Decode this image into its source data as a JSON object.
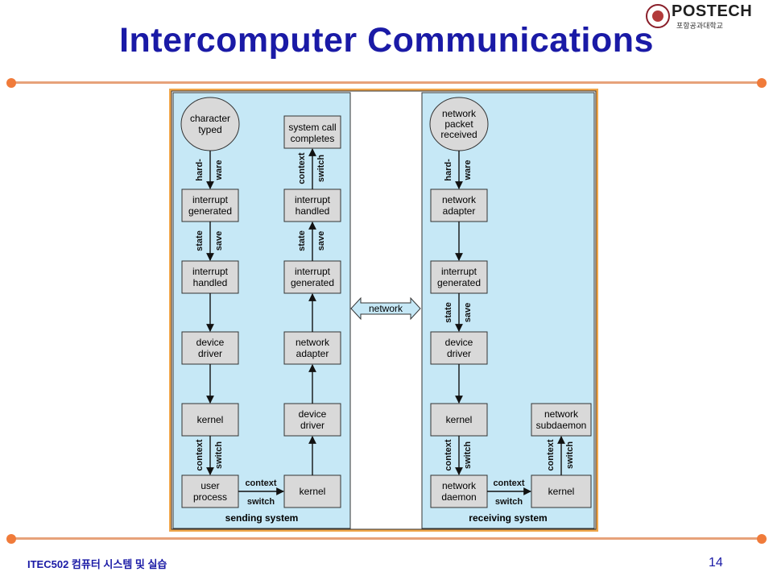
{
  "slide": {
    "title": "Intercomputer Communications",
    "footer_course": "ITEC502 컴퓨터 시스템 및 실습",
    "page_number": "14",
    "logo_text": "POSTECH",
    "logo_subtext": "포항공과대학교"
  },
  "diagram": {
    "nodes": {
      "char_typed": [
        "character",
        "typed"
      ],
      "syscall": [
        "system call",
        "completes"
      ],
      "s_int_gen": [
        "interrupt",
        "generated"
      ],
      "s_int_handled2": [
        "interrupt",
        "handled"
      ],
      "s_int_handled": [
        "interrupt",
        "handled"
      ],
      "s_int_gen2": [
        "interrupt",
        "generated"
      ],
      "s_dev_driver": [
        "device",
        "driver"
      ],
      "s_net_adapter": [
        "network",
        "adapter"
      ],
      "s_kernel": [
        "kernel"
      ],
      "s_dev_driver2": [
        "device",
        "driver"
      ],
      "s_user_process": [
        "user",
        "process"
      ],
      "s_kernel2": [
        "kernel"
      ],
      "net_packet": [
        "network",
        "packet",
        "received"
      ],
      "r_net_adapter": [
        "network",
        "adapter"
      ],
      "r_int_gen": [
        "interrupt",
        "generated"
      ],
      "r_dev_driver": [
        "device",
        "driver"
      ],
      "r_kernel": [
        "kernel"
      ],
      "r_subdaemon": [
        "network",
        "subdaemon"
      ],
      "r_daemon": [
        "network",
        "daemon"
      ],
      "r_kernel2": [
        "kernel"
      ]
    },
    "edge_labels": {
      "hard": "hard-",
      "ware": "ware",
      "context": "context",
      "switch": "switch",
      "state": "state",
      "save": "save"
    },
    "network_label": "network",
    "panel_sending": "sending system",
    "panel_receiving": "receiving system"
  },
  "colors": {
    "title": "#1a1aa6",
    "panel": "#c6e8f6",
    "box": "#d9d9d9",
    "frame": "#f0a64a",
    "rule": "#e7a27a",
    "dot": "#f07b3a"
  }
}
